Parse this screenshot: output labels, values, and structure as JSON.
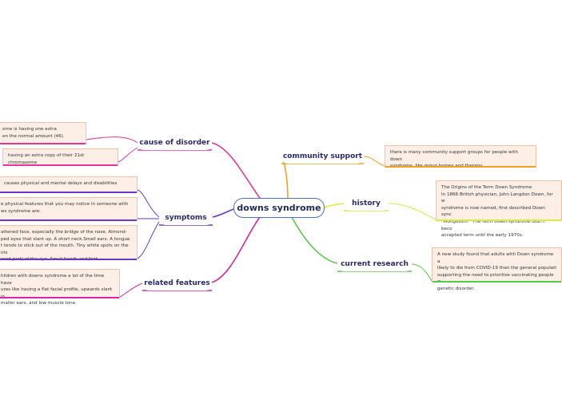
{
  "central": {
    "label": "downs syndrome"
  },
  "branches": {
    "cause": {
      "label": "cause of disorder",
      "notes": [
        "ome is having one extra\nen the normal amount (46).",
        "having an extra copy of their 21st chromasome"
      ]
    },
    "symptoms": {
      "label": "symptoms",
      "notes": [
        "causes physical and mental delays and disabilities",
        "e physical features that you may notice in someone with\nws syndrome are:",
        "attened face, especially the bridge of the nose. Almond-\nped eyes that slant up. A short neck.Small ears. A tongue\nt tends to stick out of the mouth. Tiny white spots on the iris\nored part) of the eye. Small hands and feet."
      ]
    },
    "related": {
      "label": "related features",
      "notes": [
        "hildren with downs syndrome a lot of the time have\nures like having a flat facial profile, upwards slant in\nmaller ears, and low muscle tone."
      ]
    },
    "community": {
      "label": "community support",
      "notes": [
        "there is many community support groups for people with down\nsyndrome. like group homes and therapy."
      ]
    },
    "history": {
      "label": "history",
      "notes": [
        "The Origins of the Term Down Syndrome\nIn 1866 British physician, John Langdon Down, for w\nsyndrome is now named, first described Down sync\n\"Mongolism.\" The term Down syndrome didn't beco\naccepted term until the early 1970s."
      ]
    },
    "research": {
      "label": "current research",
      "notes": [
        "A new study found that adults with Down syndrome a\nlikely to die from COVID-19 than the general populati\nsupporting the need to prioritize vaccinating people w\ngenetic disorder."
      ]
    }
  },
  "colors": {
    "cause": "#e8349a",
    "symptoms": "#6a35c8",
    "related": "#d4289b",
    "community": "#f0a020",
    "history": "#d8ec3a",
    "research": "#58c848",
    "central_border": "#4a6fd0"
  }
}
